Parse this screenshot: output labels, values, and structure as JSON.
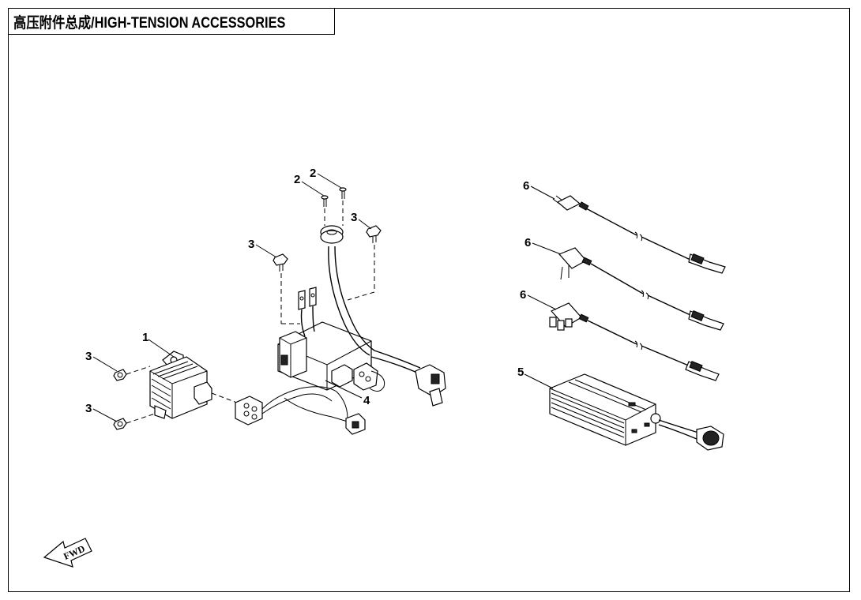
{
  "title": "高压附件总成/HIGH-TENSION ACCESSORIES",
  "fwd_label": "FWD",
  "callouts": {
    "c1": "1",
    "c2a": "2",
    "c2b": "2",
    "c3a": "3",
    "c3b": "3",
    "c3c": "3",
    "c3d": "3",
    "c4": "4",
    "c5": "5",
    "c6a": "6",
    "c6b": "6",
    "c6c": "6"
  }
}
